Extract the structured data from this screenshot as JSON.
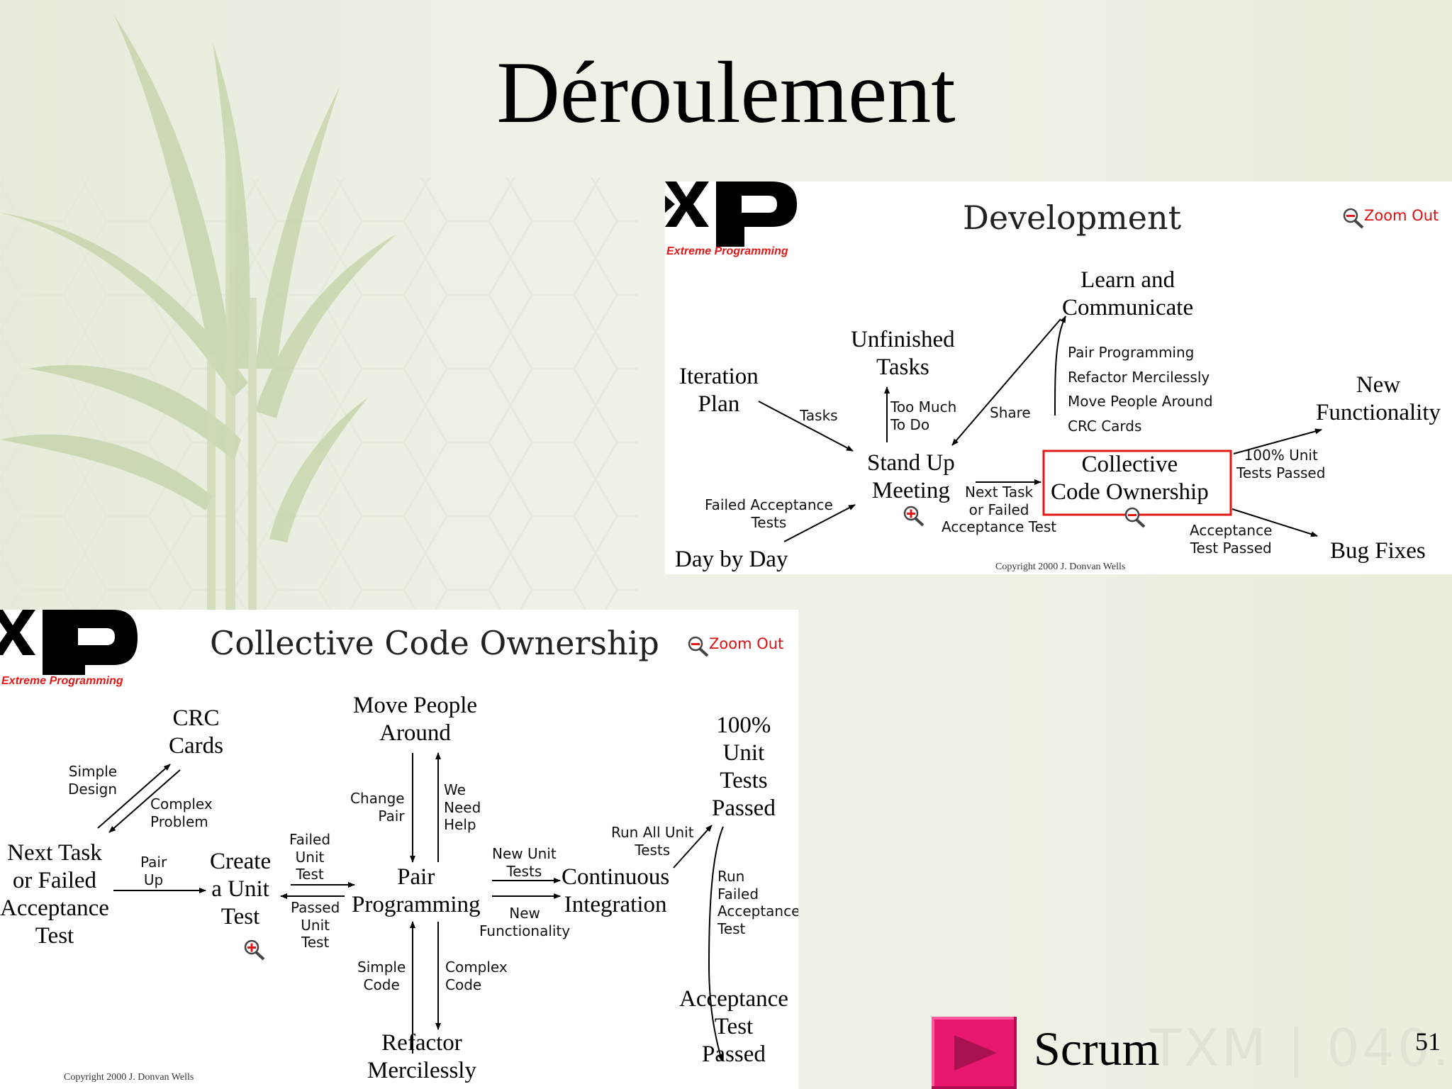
{
  "slide": {
    "title": "Déroulement",
    "page_number": "51",
    "watermark": "TXM | 040. U",
    "scrum_button": {
      "label": "Scrum"
    }
  },
  "logo": {
    "subtitle": "Extreme Programming"
  },
  "development": {
    "title": "Development",
    "zoom_out": "Zoom Out",
    "copyright": "Copyright 2000 J. Donvan Wells",
    "nodes": {
      "iteration_plan": "Iteration\nPlan",
      "unfinished_tasks": "Unfinished\nTasks",
      "learn_communicate": "Learn and\nCommunicate",
      "new_functionality": "New\nFunctionality",
      "stand_up_meeting": "Stand Up\nMeeting",
      "collective_code_ownership": "Collective\nCode Ownership",
      "day_by_day": "Day by Day",
      "bug_fixes": "Bug Fixes"
    },
    "labels": {
      "tasks": "Tasks",
      "too_much_to_do": "Too Much\nTo Do",
      "share": "Share",
      "practices": "Pair Programming\nRefactor Mercilessly\nMove People Around\nCRC Cards",
      "unit_tests_passed": "100% Unit\nTests Passed",
      "failed_acceptance_tests": "Failed Acceptance\nTests",
      "next_task": "Next Task\nor Failed\nAcceptance Test",
      "acceptance_test_passed": "Acceptance\nTest Passed"
    }
  },
  "collective": {
    "title": "Collective Code Ownership",
    "zoom_out": "Zoom Out",
    "copyright": "Copyright 2000 J. Donvan Wells",
    "nodes": {
      "crc_cards": "CRC\nCards",
      "move_people_around": "Move People\nAround",
      "unit_tests_100": "100%\nUnit\nTests\nPassed",
      "next_task": "Next Task\nor Failed\nAcceptance\nTest",
      "create_unit_test": "Create\na Unit\nTest",
      "pair_programming": "Pair\nProgramming",
      "continuous_integration": "Continuous\nIntegration",
      "acceptance_test_passed": "Acceptance\nTest\nPassed",
      "refactor_mercilessly": "Refactor\nMercilessly"
    },
    "labels": {
      "simple_design": "Simple\nDesign",
      "complex_problem": "Complex\nProblem",
      "change_pair": "Change\nPair",
      "we_need_help": "We\nNeed\nHelp",
      "pair_up": "Pair\nUp",
      "failed_unit_test": "Failed\nUnit\nTest",
      "passed_unit_test": "Passed\nUnit\nTest",
      "new_unit_tests": "New Unit\nTests",
      "new_functionality": "New\nFunctionality",
      "run_all_unit_tests": "Run All Unit\nTests",
      "run_failed_acceptance_test": "Run\nFailed\nAcceptance\nTest",
      "simple_code": "Simple\nCode",
      "complex_code": "Complex\nCode"
    }
  }
}
